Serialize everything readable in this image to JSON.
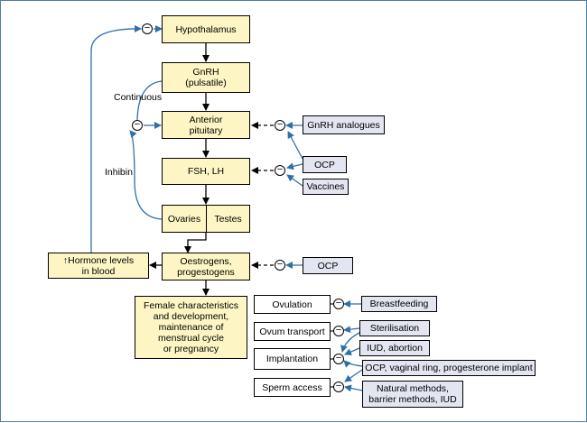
{
  "boxes": {
    "hypothalamus": "Hypothalamus",
    "gnrh": "GnRH\n(pulsatile)",
    "anterior_pituitary": "Anterior\npituitary",
    "fsh_lh": "FSH, LH",
    "ovaries": "Ovaries",
    "testes": "Testes",
    "oestrogens": "Oestrogens,\nprogestogens",
    "hormone_levels": "↑Hormone levels\nin blood",
    "female_characteristics": "Female characteristics\nand development,\nmaintenance of\nmenstrual cycle\nor pregnancy"
  },
  "contraceptives": {
    "gnrh_analogues": "GnRH analogues",
    "ocp_pituitary": "OCP",
    "vaccines": "Vaccines",
    "ocp_hormones": "OCP",
    "breastfeeding": "Breastfeeding",
    "sterilisation": "Sterilisation",
    "iud_abortion": "IUD, abortion",
    "ocp_ring_implant": "OCP, vaginal ring, progesterone implant",
    "natural_barrier": "Natural methods,\nbarrier methods, IUD"
  },
  "processes": {
    "ovulation": "Ovulation",
    "ovum_transport": "Ovum transport",
    "implantation": "Implantation",
    "sperm_access": "Sperm access"
  },
  "labels": {
    "continuous": "Continuous",
    "inhibin": "Inhibin"
  },
  "symbols": {
    "inhibit": "−"
  },
  "colors": {
    "yellow_box": "#fdf6c4",
    "blue_box": "#e3e6f1",
    "arrow_blue": "#2f6fa8",
    "arrow_black": "#000000"
  }
}
